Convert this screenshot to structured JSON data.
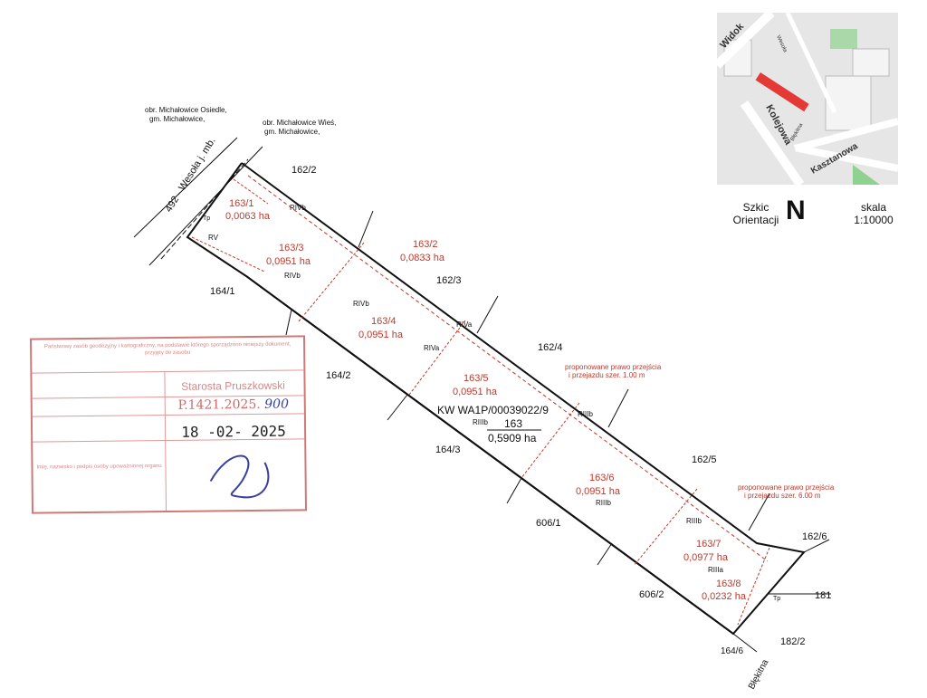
{
  "header": {
    "district_left_1": "obr. Michałowice Osiedle,",
    "district_left_2": "gm. Michałowice,",
    "district_right_1": "obr. Michałowice Wieś,",
    "district_right_2": "gm. Michałowice,"
  },
  "road_label": "492 - Wesoła j. mb.",
  "neighbors": {
    "n162_2": "162/2",
    "n162_3": "162/3",
    "n162_4": "162/4",
    "n162_5": "162/5",
    "n162_6": "162/6",
    "n164_1": "164/1",
    "n164_2": "164/2",
    "n164_3": "164/3",
    "n606_1": "606/1",
    "n606_2": "606/2",
    "n181": "181",
    "n182_2": "182/2",
    "n164_6": "164/6",
    "blekitna": "Błękitna"
  },
  "parcels": [
    {
      "id": "163/1",
      "area": "0,0063 ha"
    },
    {
      "id": "163/2",
      "area": "0,0833 ha"
    },
    {
      "id": "163/3",
      "area": "0,0951 ha"
    },
    {
      "id": "163/4",
      "area": "0,0951 ha"
    },
    {
      "id": "163/5",
      "area": "0,0951 ha"
    },
    {
      "id": "163/6",
      "area": "0,0951 ha"
    },
    {
      "id": "163/7",
      "area": "0,0977 ha"
    },
    {
      "id": "163/8",
      "area": "0,0232 ha"
    }
  ],
  "main_parcel": {
    "kw": "KW WA1P/00039022/9",
    "id": "163",
    "area": "0,5909 ha",
    "class": "RIIIb"
  },
  "soil_classes": {
    "rivb1": "RIVb",
    "rivb2": "RIVb",
    "rivb3": "RIVb",
    "rv": "RV",
    "tp1": "Tp",
    "tp2": "Tp",
    "riva1": "RIVa",
    "riva2": "RIVa",
    "riiib1": "RIIIb",
    "riiib2": "RIIIb",
    "riiib3": "RIIIb",
    "riiia": "RIIIa"
  },
  "notes": {
    "easement1_line1": "proponowane prawo przejścia",
    "easement1_line2": "i przejazdu szer. 1.00 m",
    "easement2_line1": "proponowane prawo przejścia",
    "easement2_line2": "i przejazdu szer. 6.00 m"
  },
  "sketch": {
    "title1": "Szkic",
    "title2": "Orientacji",
    "north": "N",
    "scale_label": "skala",
    "scale_value": "1:10000",
    "streets": {
      "widok": "Widok",
      "wesola": "Wesoła",
      "kolejowa": "Kolejowa",
      "blekitna": "Błękitna",
      "kasztanowa": "Kasztanowa"
    }
  },
  "stamp": {
    "header": "Państwowy zasób geodezyjny i kartograficzny, na podstawie którego sporządzono niniejszy dokument, przyjęty do zasobu",
    "office": "Starosta Pruszkowski",
    "doc_number": "P.1421.2025.",
    "handwritten_number": "900",
    "date": "18 -02- 2025",
    "signature_label": "Imię, nazwisko i podpis osoby upoważnionej organu",
    "colors": {
      "stamp": "#cf6a6a",
      "ink": "#3a3f9e"
    }
  },
  "colors": {
    "parcel_labels": "#c0392b",
    "lines": "#111111",
    "inset_bg": "#e6e6e6",
    "highlight": "#e53935",
    "green": "#8fd18f"
  }
}
